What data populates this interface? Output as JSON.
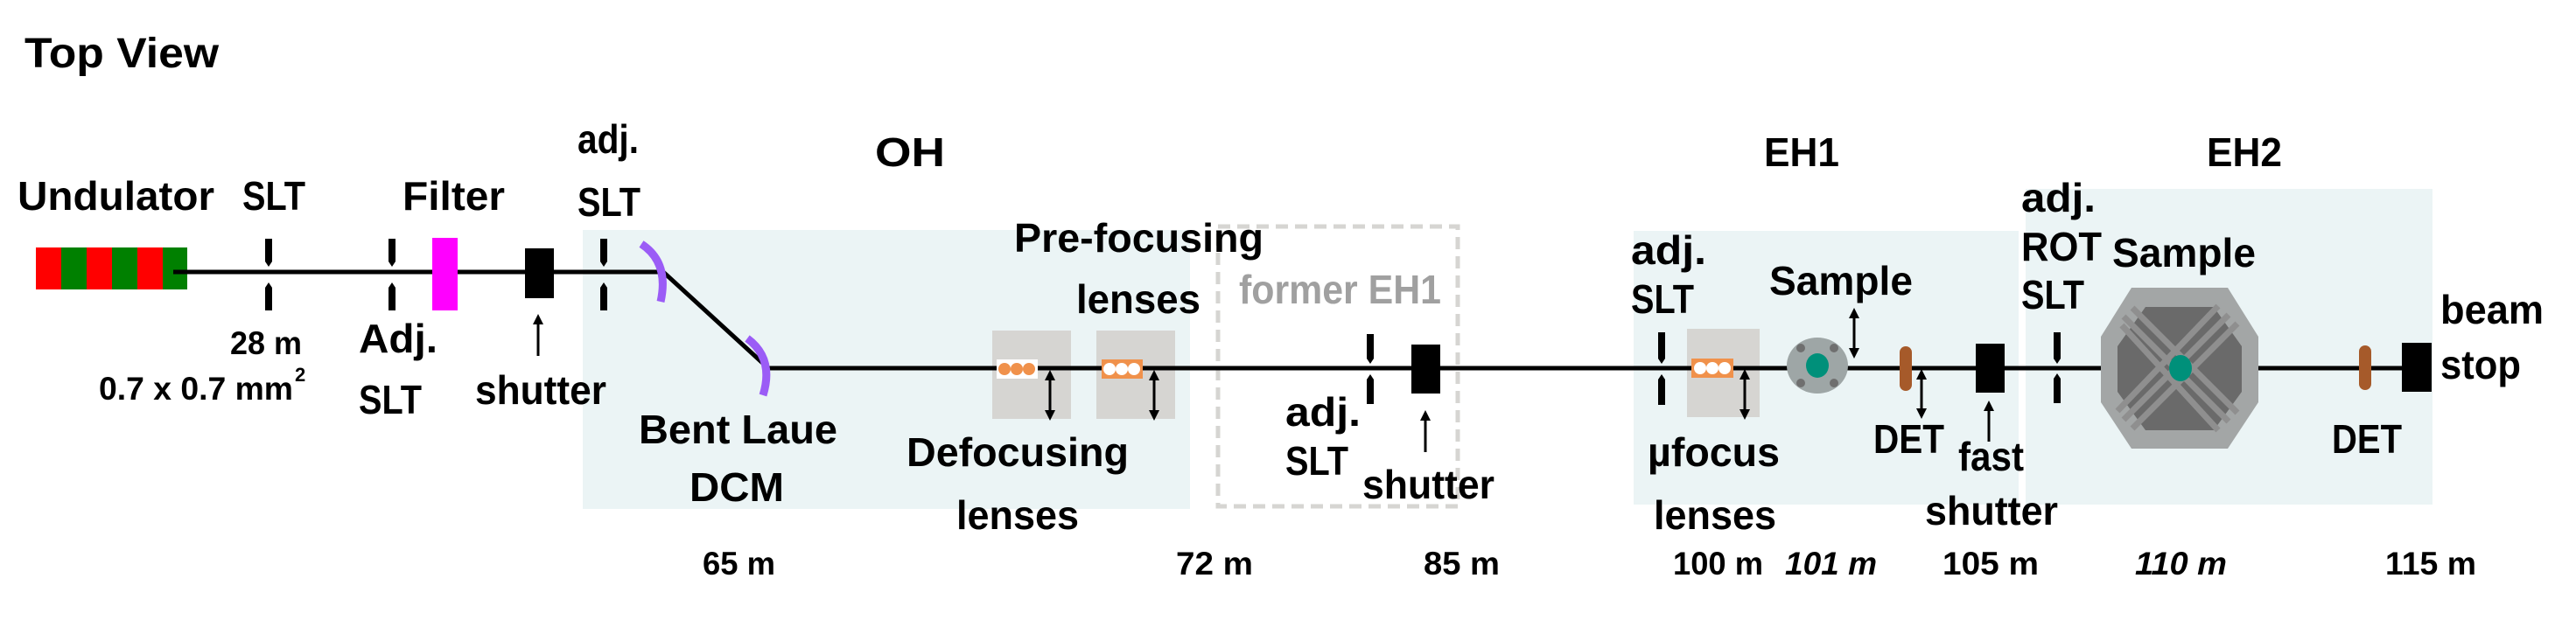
{
  "title": "Top View",
  "areas": {
    "oh": "OH",
    "eh1": "EH1",
    "eh2": "EH2",
    "former_eh1": "former EH1"
  },
  "labels": {
    "undulator": "Undulator",
    "slt1": "SLT",
    "slt1_distance": "28 m",
    "beam_size": "0.7 x 0.7 mm",
    "beam_size_sup": "2",
    "adj_slt2_a": "Adj.",
    "adj_slt2_b": "SLT",
    "filter": "Filter",
    "shutter1": "shutter",
    "adj_slt3_a": "adj.",
    "adj_slt3_b": "SLT",
    "dcm_a": "Bent Laue",
    "dcm_b": "DCM",
    "prefocus_a": "Pre-focusing",
    "prefocus_b": "lenses",
    "defocus_a": "Defocusing",
    "defocus_b": "lenses",
    "adj_slt4_a": "adj.",
    "adj_slt4_b": "SLT",
    "shutter2": "shutter",
    "adj_slt5_a": "adj.",
    "adj_slt5_b": "SLT",
    "sample1": "Sample",
    "mufocus_a": "µfocus",
    "mufocus_b": "lenses",
    "det1": "DET",
    "fast_shutter_a": "fast",
    "fast_shutter_b": "shutter",
    "rot_slt_a": "adj.",
    "rot_slt_b": "ROT",
    "rot_slt_c": "SLT",
    "sample2": "Sample",
    "det2": "DET",
    "beamstop_a": "beam",
    "beamstop_b": "stop"
  },
  "distances": [
    "65 m",
    "72 m",
    "85 m",
    "100 m",
    "101 m",
    "105 m",
    "110 m",
    "115 m"
  ],
  "colors": {
    "hutch": "#ebf4f5",
    "lens_box": "#d6d5d2",
    "lens": "#f0914b",
    "crystal": "#9b5cf6",
    "filter": "#ff00ff",
    "undulator_red": "#ff0000",
    "undulator_green": "#008000",
    "detector": "#a65a2a",
    "sample": "#00907a"
  }
}
